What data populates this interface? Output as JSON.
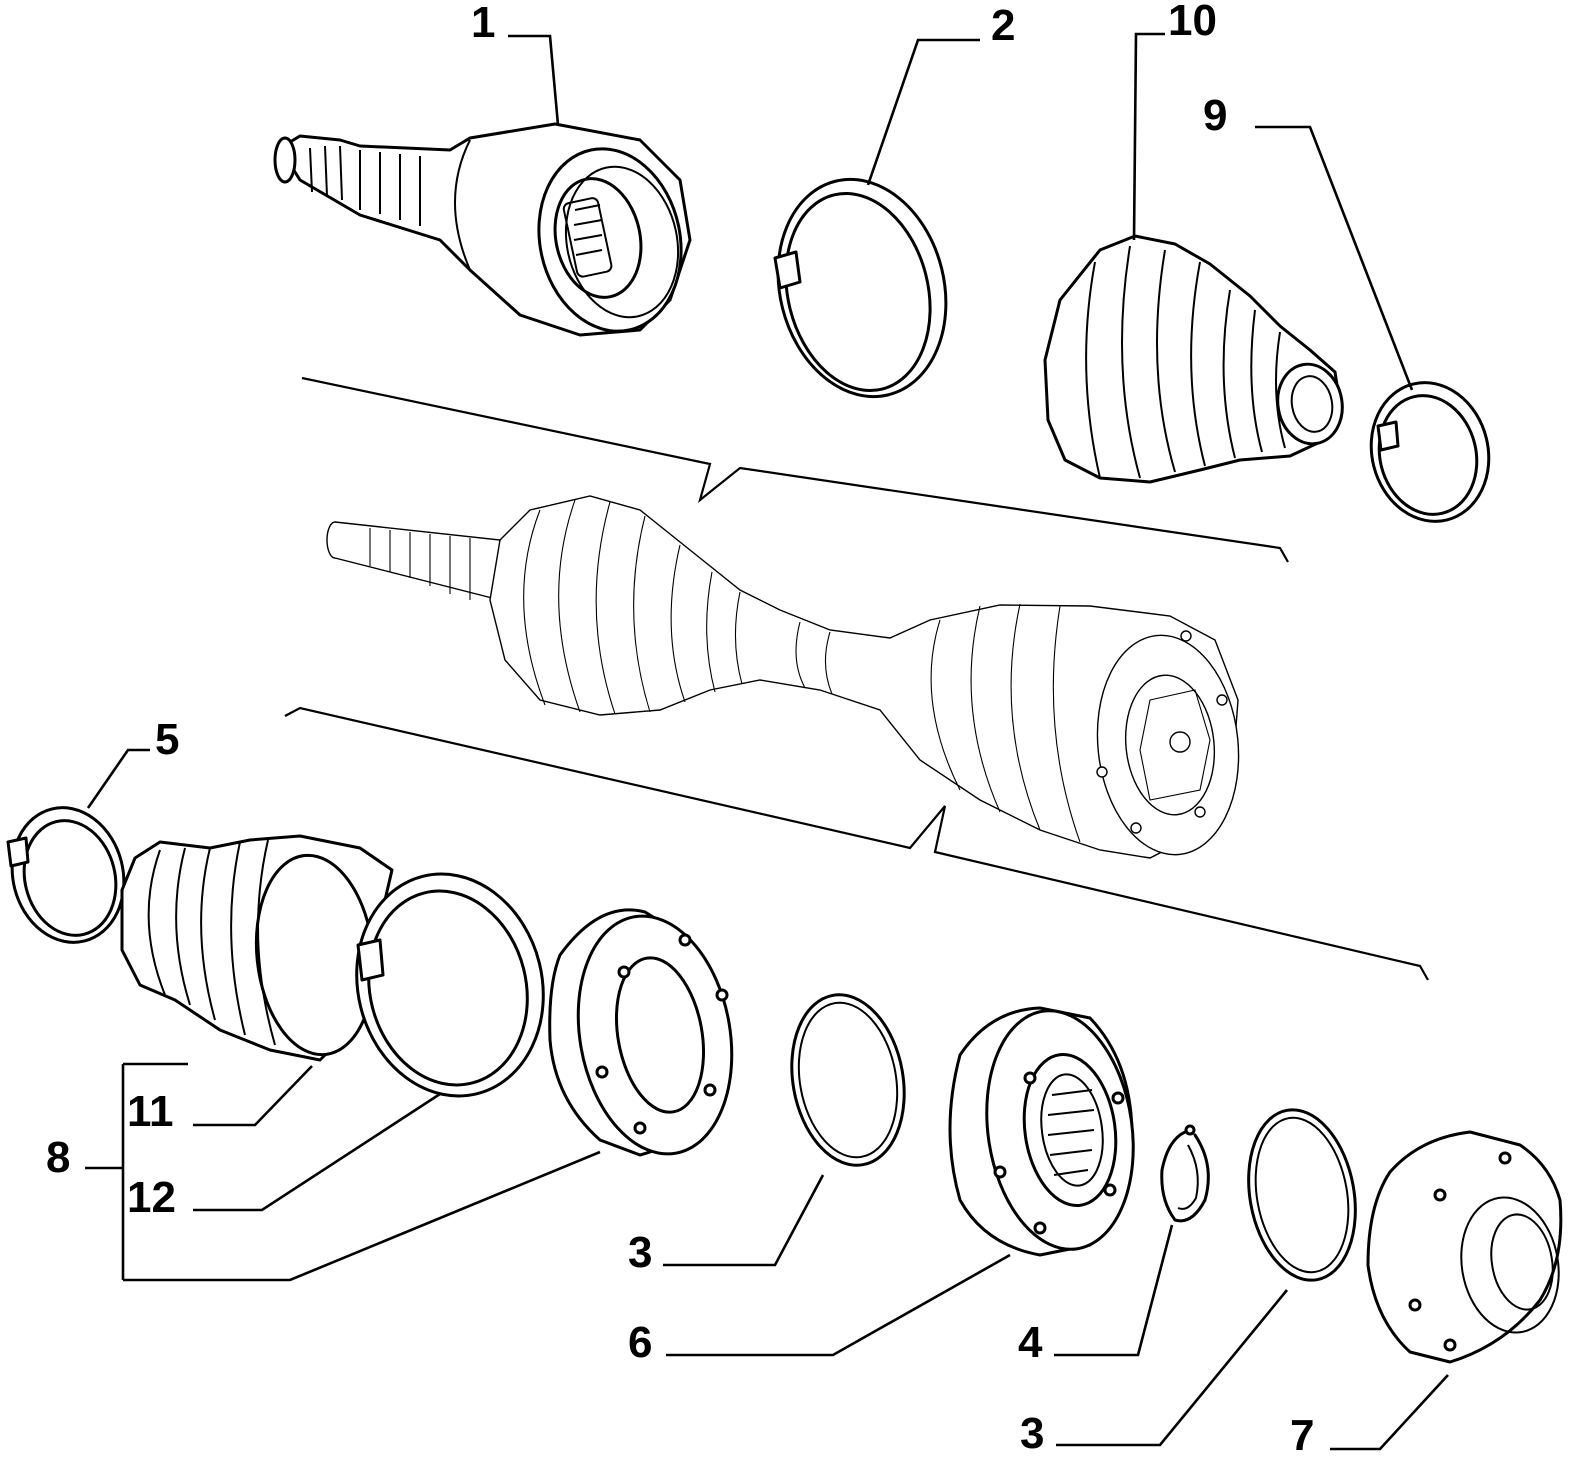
{
  "callouts": {
    "c1": "1",
    "c2": "2",
    "c3a": "3",
    "c3b": "3",
    "c4": "4",
    "c5": "5",
    "c6": "6",
    "c7": "7",
    "c8": "8",
    "c9": "9",
    "c10": "10",
    "c11": "11",
    "c12": "12"
  },
  "colors": {
    "ink": "#000000",
    "paper": "#ffffff"
  }
}
